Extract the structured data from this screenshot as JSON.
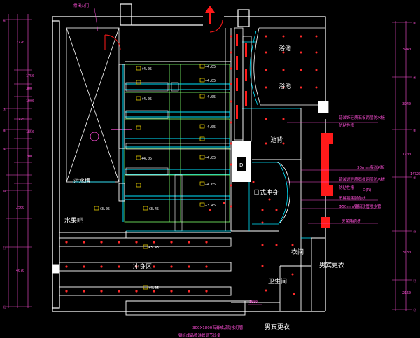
{
  "rooms": {
    "bath_area_1": "浴池",
    "bath_area_2": "浴池",
    "rest_area": "池背",
    "japanese_shower": "日式冲身",
    "fruit_bar": "水果吧",
    "shower_area": "冲身区",
    "checkroom": "衣间",
    "mens_dressing_upper": "男宾更衣",
    "restroom": "卫生间",
    "mens_dressing_lower": "男宾更衣",
    "sink": "污水槽",
    "door_label": "常闭火门"
  },
  "notes": {
    "n1a": "错装饰轻质石板两层防水板",
    "n1b": "防粘性槽",
    "n2": "30mm海砂岩板",
    "n3a": "错装饰轻质石板两层防水板",
    "n3b": "防粘性槽",
    "n4": "不锈钢踢脚角线",
    "n5": "Φ50mm镀铝软管喷水管",
    "n6": "灭菌除疤槽",
    "circle_tag": "D(R)",
    "bottom_note_1": "300X1800石膏成品防水灯管",
    "bottom_note_2": "钢板成品喷淋管调节设备"
  },
  "levels": [
    "+4.05",
    "+4.05",
    "+4.05",
    "+4.05",
    "+4.05",
    "+4.05",
    "+4.05",
    "+4.05",
    "+4.05",
    "+3.45",
    "+3.05",
    "+3.45",
    "+3.45",
    "+4.05"
  ],
  "dims_left": [
    "2720",
    "1750",
    "300",
    "1000",
    "1725",
    "1850",
    "700",
    "2560",
    "4070",
    "1"
  ],
  "dims_right": [
    "3940",
    "3940",
    "1700",
    "14720",
    "3130",
    "2160"
  ],
  "grid_left": [
    "⑥",
    "⑦",
    "⑧",
    "⑨",
    "⑩",
    "⑪",
    "⑫"
  ],
  "grid_right": [
    "⑥",
    "⑦",
    "⑧",
    "⑨",
    "⑩",
    "⑪",
    "⑫"
  ],
  "dim_bottom": "1880",
  "door_tag": "D",
  "colors": {
    "background": "#000000",
    "wall": "#ffffff",
    "light": "#ff2a2a",
    "partition": "#7CFF6B",
    "cyan": "#00e5ff",
    "accent_red": "#ff1a1a",
    "dim_line": "#ff4fd8",
    "yellow": "#ffe600"
  }
}
